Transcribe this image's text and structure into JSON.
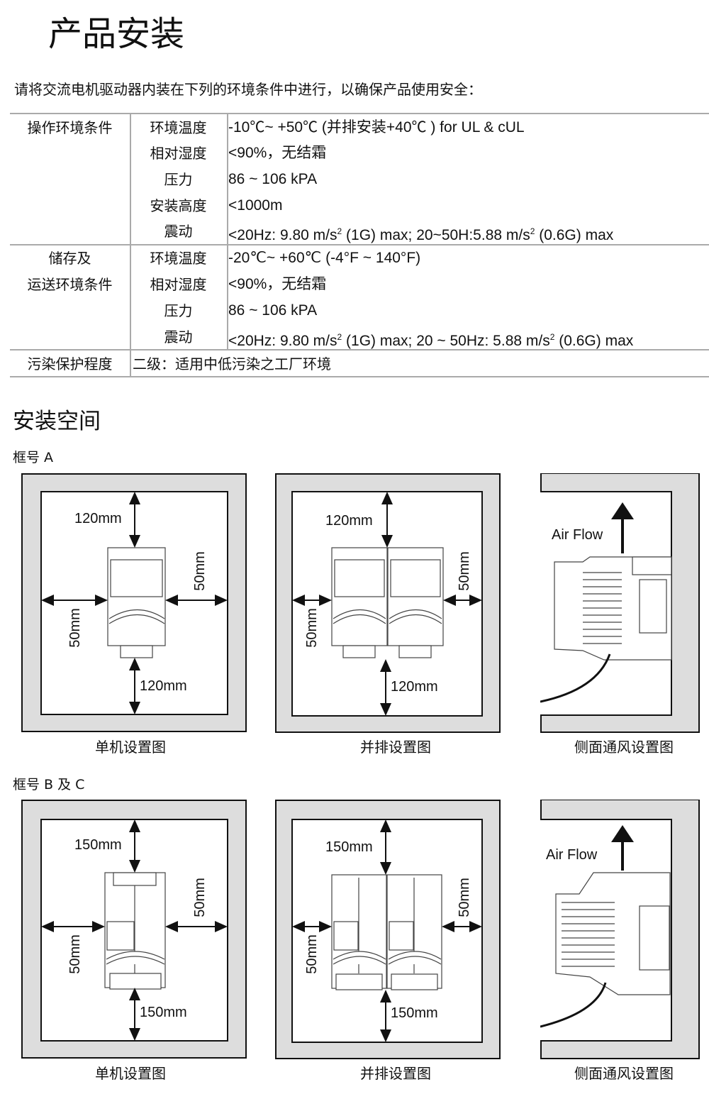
{
  "title": "产品安装",
  "intro": "请将交流电机驱动器内装在下列的环境条件中进行，以确保产品使用安全：",
  "table": {
    "operating": {
      "group": "操作环境条件",
      "rows": [
        {
          "name": "环境温度",
          "value": "-10℃~ +50℃  (并排安装+40℃  ) for UL & cUL"
        },
        {
          "name": "相对湿度",
          "value": "<90%，无结霜"
        },
        {
          "name": "压力",
          "value": "86 ~ 106 kPA"
        },
        {
          "name": "安装高度",
          "value": "<1000m"
        },
        {
          "name": "震动",
          "value_a": "<20Hz: 9.80 m/s",
          "sup_a": "2",
          "value_b": " (1G) max; 20~50H:5.88 m/s",
          "sup_b": "2",
          "value_c": " (0.6G) max"
        }
      ]
    },
    "storage": {
      "group_line1": "储存及",
      "group_line2": "运送环境条件",
      "rows": [
        {
          "name": "环境温度",
          "value": "-20℃~ +60℃  (-4°F ~ 140°F)"
        },
        {
          "name": "相对湿度",
          "value": "<90%，无结霜"
        },
        {
          "name": "压力",
          "value": "86 ~ 106 kPA"
        },
        {
          "name": "震动",
          "value_a": "<20Hz: 9.80 m/s",
          "sup_a": "2",
          "value_b": " (1G) max; 20 ~ 50Hz: 5.88 m/s",
          "sup_b": "2",
          "value_c": " (0.6G) max"
        }
      ]
    },
    "pollution": {
      "name": "污染保护程度",
      "value": "二级：适用中低污染之工厂环境"
    }
  },
  "section_title": "安装空间",
  "frame_a": {
    "label": "框号  A",
    "top_clearance": "120mm",
    "bottom_clearance": "120mm",
    "side_clearance": "50mm",
    "air_flow": "Air Flow",
    "captions": [
      "单机设置图",
      "并排设置图",
      "侧面通风设置图"
    ]
  },
  "frame_bc": {
    "label": "框号  B 及 C",
    "top_clearance": "150mm",
    "bottom_clearance": "150mm",
    "side_clearance": "50mm",
    "air_flow": "Air Flow",
    "captions": [
      "单机设置图",
      "并排设置图",
      "侧面通风设置图"
    ]
  }
}
